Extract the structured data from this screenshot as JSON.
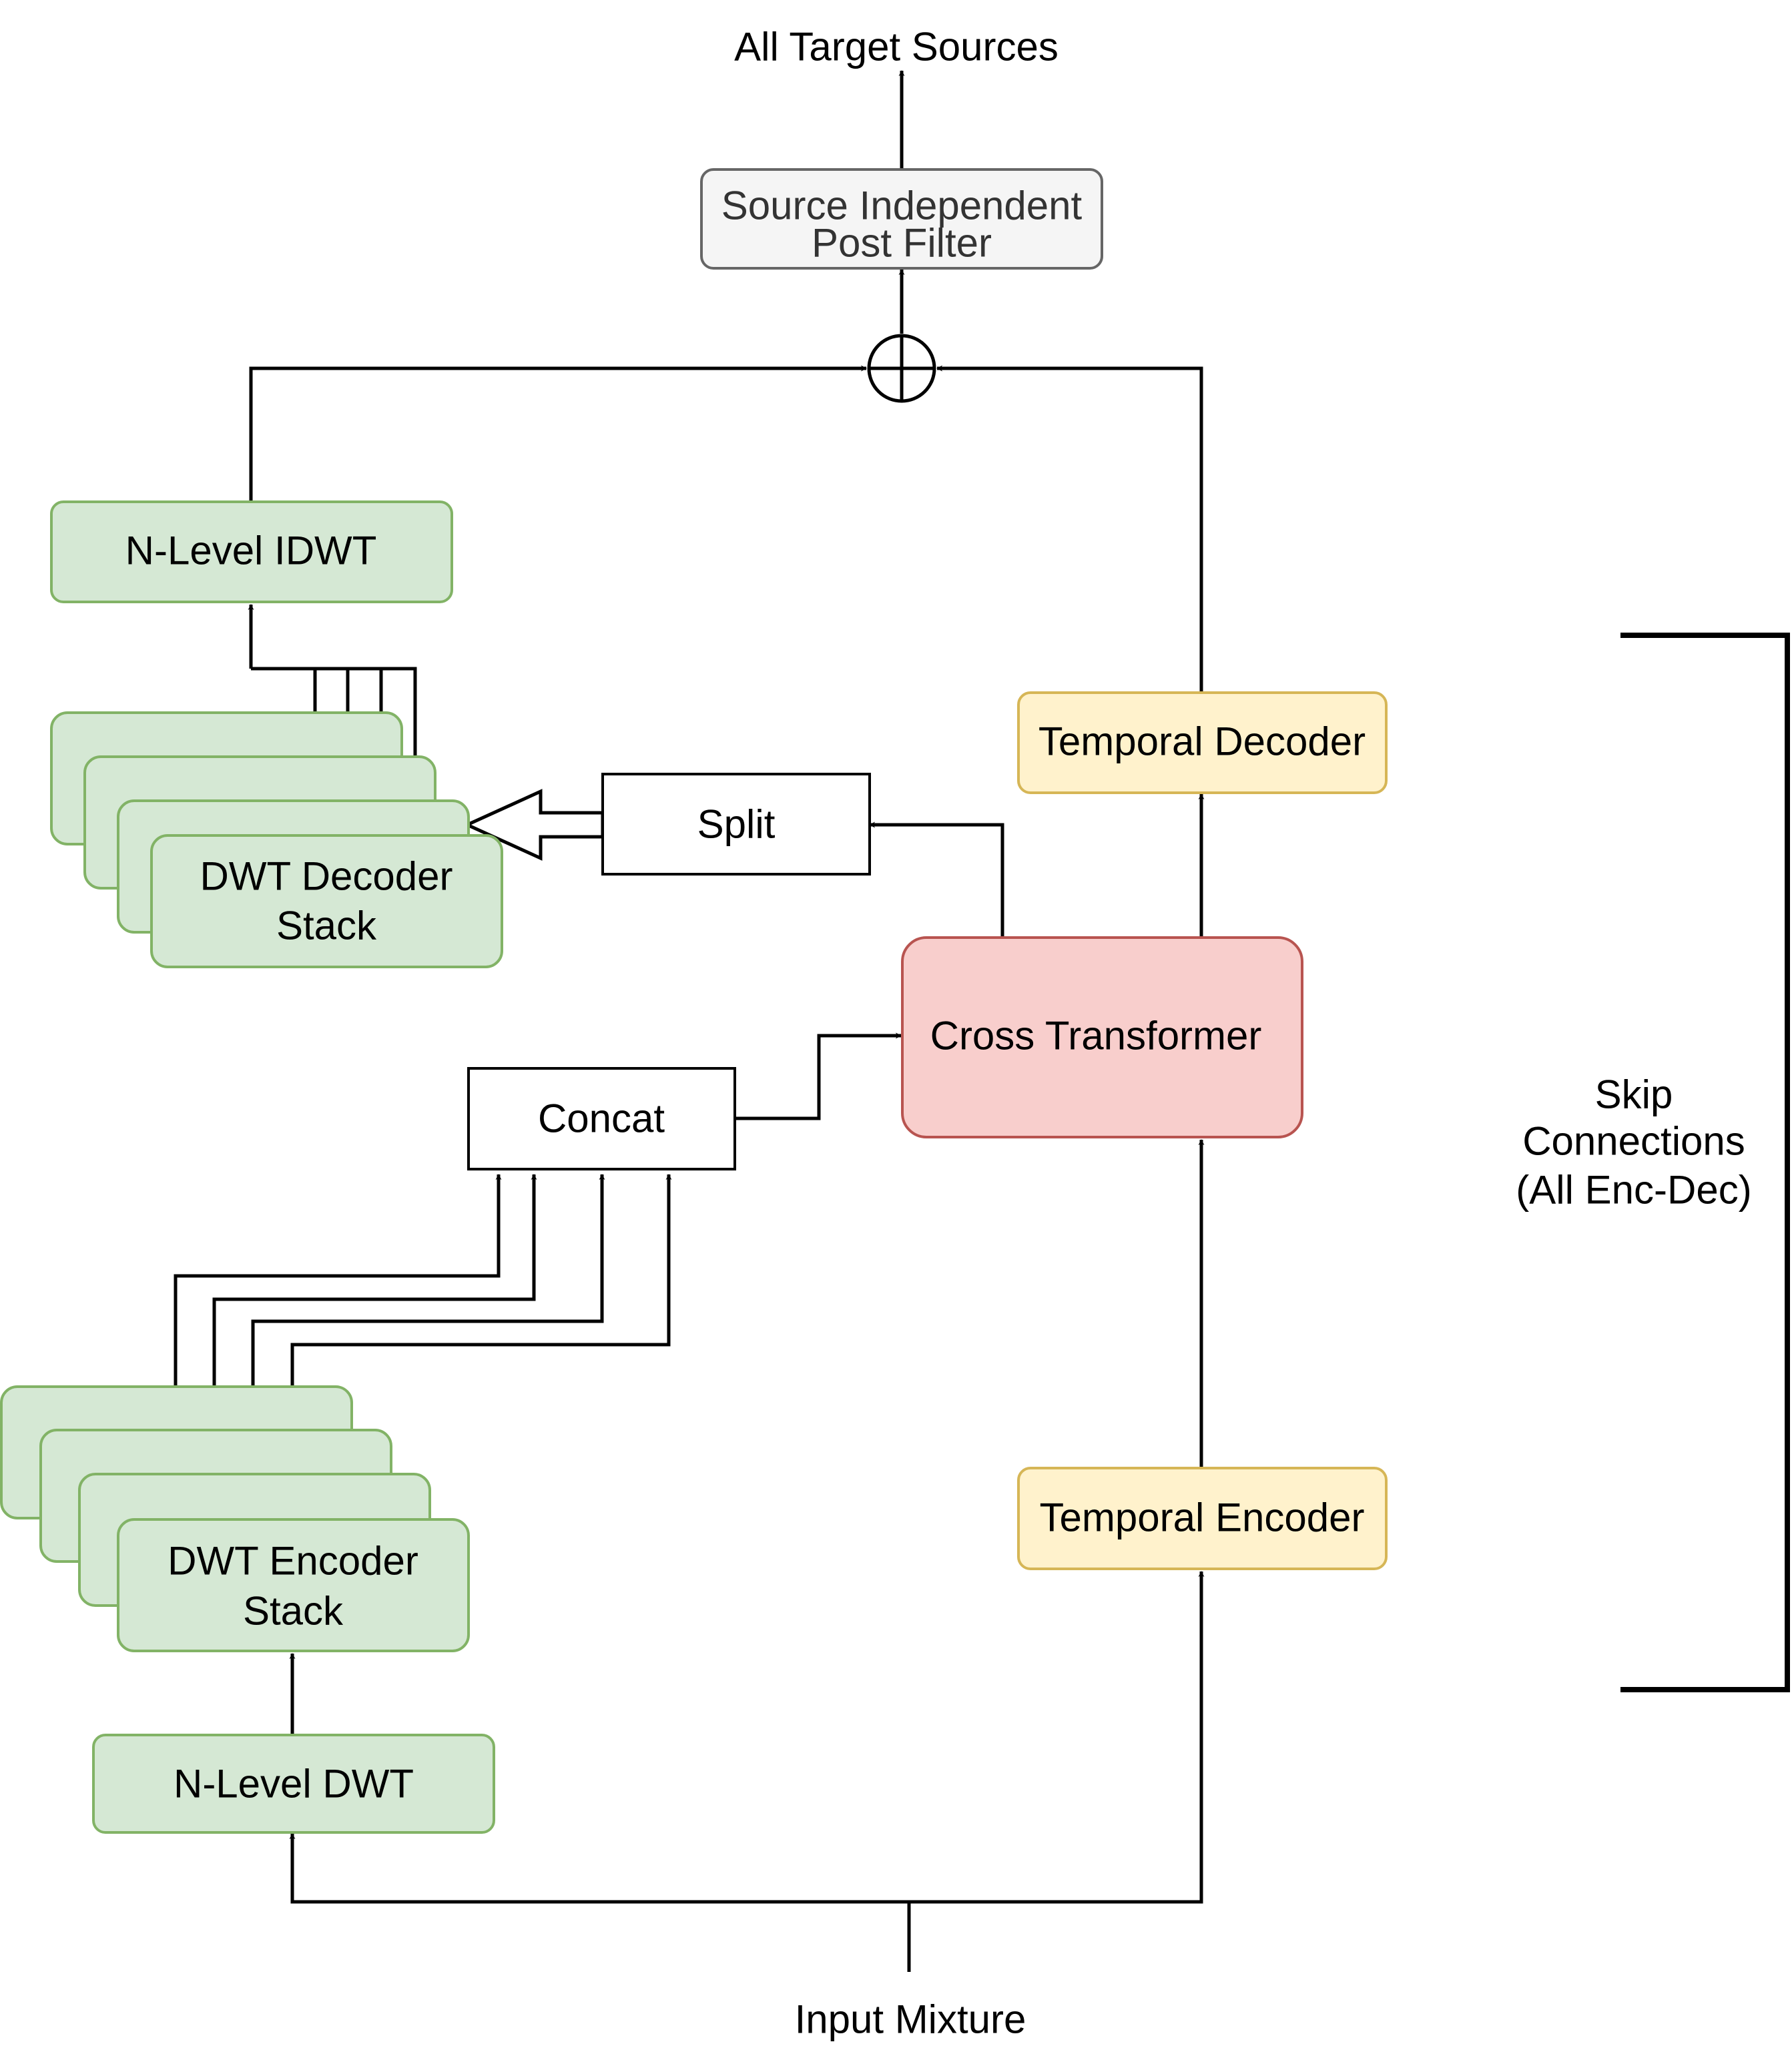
{
  "diagram": {
    "title_top": "All Target Sources",
    "post_filter": {
      "line1": "Source Independent",
      "line2": "Post Filter"
    },
    "idwt": "N-Level IDWT",
    "decoder_stack": {
      "line1": "DWT Decoder",
      "line2": "Stack"
    },
    "split": "Split",
    "temporal_decoder": "Temporal Decoder",
    "cross_transformer": "Cross Transformer",
    "concat": "Concat",
    "encoder_stack": {
      "line1": "DWT Encoder",
      "line2": "Stack"
    },
    "dwt": "N-Level DWT",
    "temporal_encoder": "Temporal Encoder",
    "input": "Input Mixture",
    "skip": {
      "line1": "Skip",
      "line2": "Connections",
      "line3": "(All Enc-Dec)"
    }
  },
  "colors": {
    "green_fill": "#d5e8d4",
    "green_stroke": "#82b366",
    "yellow_fill": "#fff2cc",
    "yellow_stroke": "#d6b656",
    "red_fill": "#f8cecc",
    "red_stroke": "#b85450",
    "gray_fill": "#f5f5f5",
    "gray_stroke": "#666666"
  }
}
